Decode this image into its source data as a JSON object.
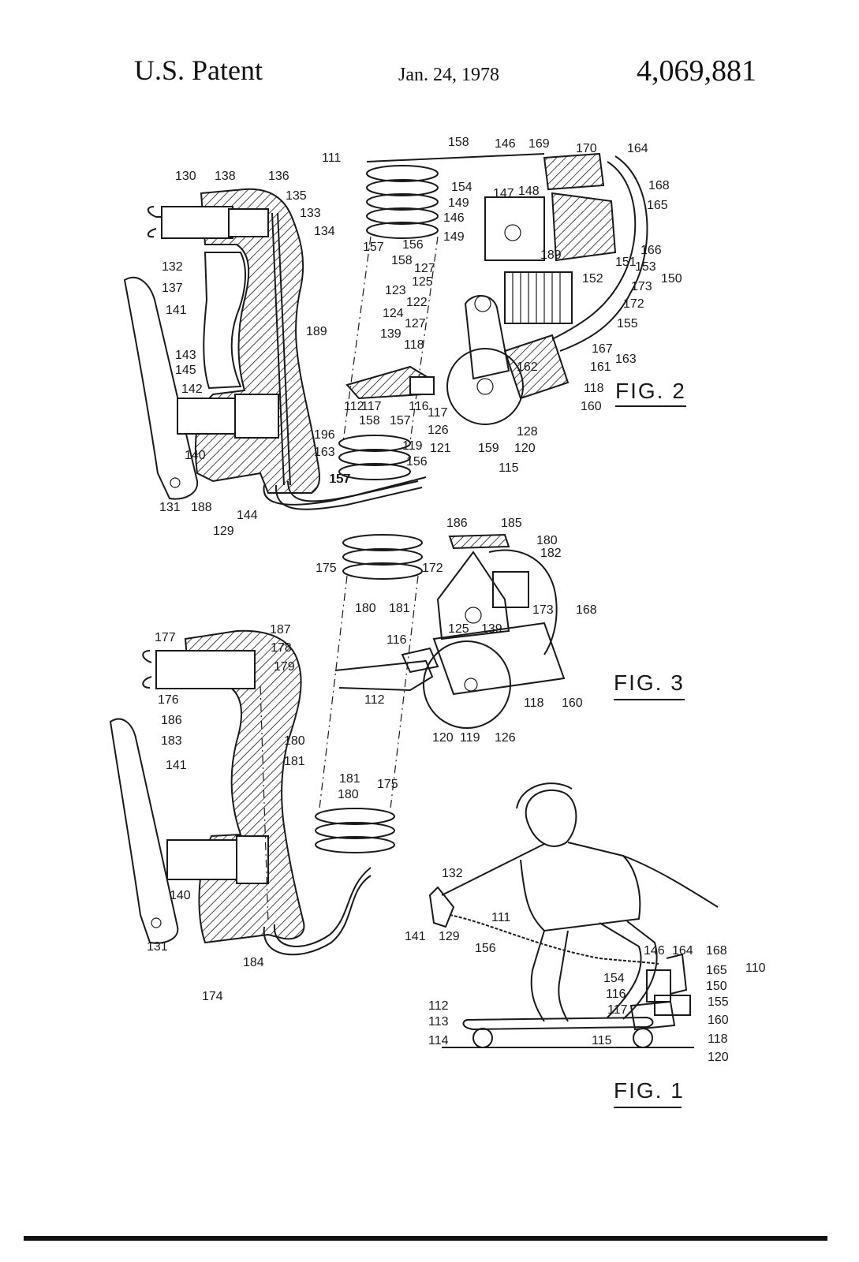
{
  "header": {
    "left": "U.S. Patent",
    "date": "Jan. 24, 1978",
    "number": "4,069,881"
  },
  "figures": {
    "fig1": "FIG. 1",
    "fig2": "FIG. 2",
    "fig3": "FIG. 3"
  },
  "fig2_labels": [
    "130",
    "138",
    "136",
    "135",
    "133",
    "134",
    "132",
    "137",
    "141",
    "189",
    "143",
    "145",
    "142",
    "140",
    "196",
    "163",
    "131",
    "188",
    "144",
    "129",
    "157",
    "111",
    "158",
    "146",
    "169",
    "170",
    "164",
    "168",
    "165",
    "154",
    "147",
    "148",
    "149",
    "146",
    "149",
    "157",
    "156",
    "158",
    "127",
    "125",
    "123",
    "122",
    "124",
    "127",
    "139",
    "118",
    "166",
    "153",
    "151",
    "189",
    "152",
    "150",
    "173",
    "172",
    "155",
    "167",
    "163",
    "162",
    "161",
    "118",
    "160",
    "112",
    "117",
    "116",
    "117",
    "126",
    "128",
    "158",
    "157",
    "119",
    "121",
    "159",
    "120",
    "115",
    "156",
    "157"
  ],
  "fig3_labels": [
    "186",
    "185",
    "180",
    "182",
    "175",
    "172",
    "173",
    "168",
    "180",
    "181",
    "125",
    "139",
    "187",
    "177",
    "178",
    "179",
    "116",
    "176",
    "186",
    "183",
    "180",
    "181",
    "141",
    "112",
    "118",
    "160",
    "120",
    "119",
    "126",
    "181",
    "180",
    "175",
    "140",
    "131",
    "184",
    "174"
  ],
  "fig1_labels": [
    "132",
    "141",
    "129",
    "111",
    "156",
    "146",
    "164",
    "168",
    "165",
    "110",
    "154",
    "150",
    "116",
    "155",
    "117",
    "160",
    "112",
    "113",
    "118",
    "114",
    "115",
    "120"
  ]
}
